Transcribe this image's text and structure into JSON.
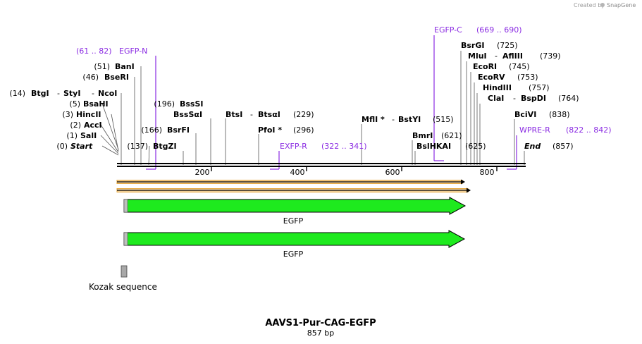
{
  "credit": {
    "text": "Created by",
    "brand": "SnapGene"
  },
  "map": {
    "title": "AAVS1-Pur-CAG-EGFP",
    "length": "857 bp"
  },
  "ruler": {
    "ticks": [
      "200",
      "400",
      "600",
      "800"
    ]
  },
  "sites": {
    "start": {
      "pos": "(0)",
      "name": "Start"
    },
    "sali": {
      "pos": "(1)",
      "name": "SalI"
    },
    "acci": {
      "pos": "(2)",
      "name": "AccI"
    },
    "hincii": {
      "pos": "(3)",
      "name": "HincII"
    },
    "bsahi": {
      "pos": "(5)",
      "name": "BsaHI"
    },
    "btgi": {
      "pos": "(14)",
      "name1": "BtgI",
      "name2": "StyI",
      "name3": "NcoI"
    },
    "bseri": {
      "pos": "(46)",
      "name": "BseRI"
    },
    "bani": {
      "pos": "(51)",
      "name": "BanI"
    },
    "btgzi": {
      "pos": "(137)",
      "name": "BtgZI"
    },
    "bsrfi": {
      "pos": "(166)",
      "name": "BsrFI"
    },
    "bsssi": {
      "pos": "(196)",
      "name": "BssSI"
    },
    "bsssai": {
      "name": "BssSαI"
    },
    "btsi": {
      "name1": "BtsI",
      "name2": "BtsαI",
      "pos": "(229)"
    },
    "pfoi": {
      "name": "PfoI *",
      "pos": "(296)"
    },
    "mfli": {
      "name1": "MflI *",
      "name2": "BstYI",
      "pos": "(515)"
    },
    "bmri": {
      "name": "BmrI",
      "pos": "(621)"
    },
    "bslhkai": {
      "name": "BslHKAI",
      "pos": "(625)"
    },
    "bsrgi": {
      "name": "BsrGI",
      "pos": "(725)"
    },
    "mlui": {
      "name1": "MluI",
      "name2": "AflIII",
      "pos": "(739)"
    },
    "ecori": {
      "name": "EcoRI",
      "pos": "(745)"
    },
    "ecorv": {
      "name": "EcoRV",
      "pos": "(753)"
    },
    "hindiii": {
      "name": "HindIII",
      "pos": "(757)"
    },
    "clai": {
      "name1": "ClaI",
      "name2": "BspDI",
      "pos": "(764)"
    },
    "bcivi": {
      "name": "BciVI",
      "pos": "(838)"
    },
    "end": {
      "name": "End",
      "pos": "(857)"
    }
  },
  "primers": {
    "egfpn": {
      "range": "(61 .. 82)",
      "name": "EGFP-N"
    },
    "egfpc": {
      "name": "EGFP-C",
      "range": "(669 .. 690)"
    },
    "exfpr": {
      "name": "EXFP-R",
      "range": "(322 .. 341)"
    },
    "wprer": {
      "name": "WPRE-R",
      "range": "(822 .. 842)"
    }
  },
  "features": {
    "egfp1": "EGFP",
    "egfp2": "EGFP",
    "kozak": "Kozak sequence"
  }
}
